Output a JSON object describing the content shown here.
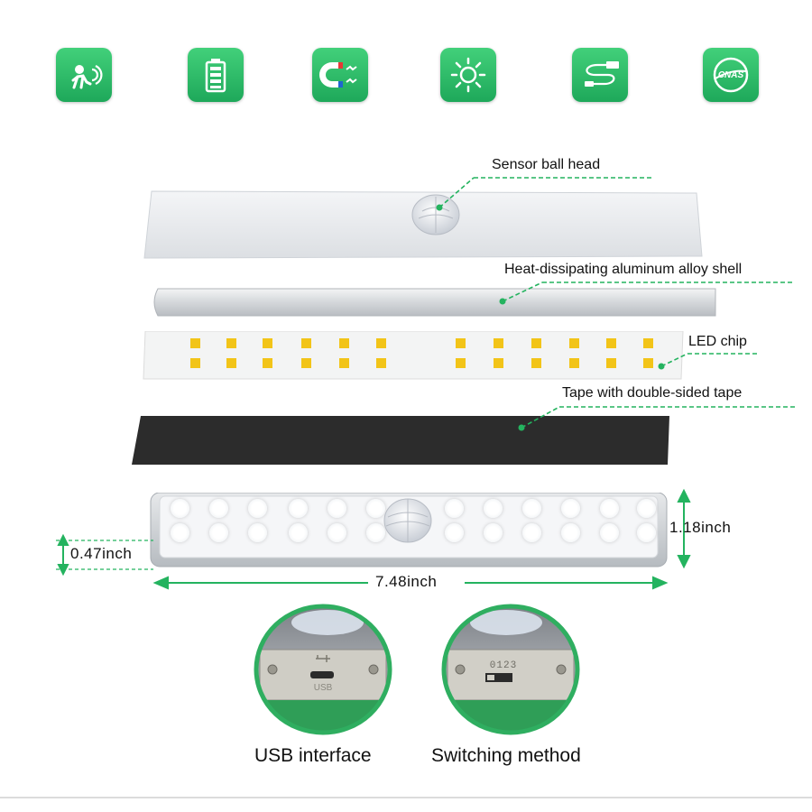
{
  "features": [
    {
      "icon": "motion-sensor-icon"
    },
    {
      "icon": "battery-icon"
    },
    {
      "icon": "magnet-icon"
    },
    {
      "icon": "light-sensor-icon"
    },
    {
      "icon": "usb-cable-icon"
    },
    {
      "icon": "cnas-certification-icon",
      "text": "CNAS"
    }
  ],
  "layers": {
    "sensor_label": "Sensor ball head",
    "shell_label": "Heat-dissipating aluminum alloy shell",
    "chip_label": "LED chip",
    "tape_label": "Tape with double-sided tape"
  },
  "dimensions": {
    "height": "1.18inch",
    "thickness": "0.47inch",
    "length": "7.48inch"
  },
  "closeups": {
    "usb_marking": "USB",
    "switch_marking": "0123",
    "usb_caption": "USB interface",
    "switch_caption": "Switching method"
  },
  "colors": {
    "accent_green": "#24b35f",
    "chip_yellow": "#f2c418",
    "tape_black": "#2c2c2c"
  }
}
